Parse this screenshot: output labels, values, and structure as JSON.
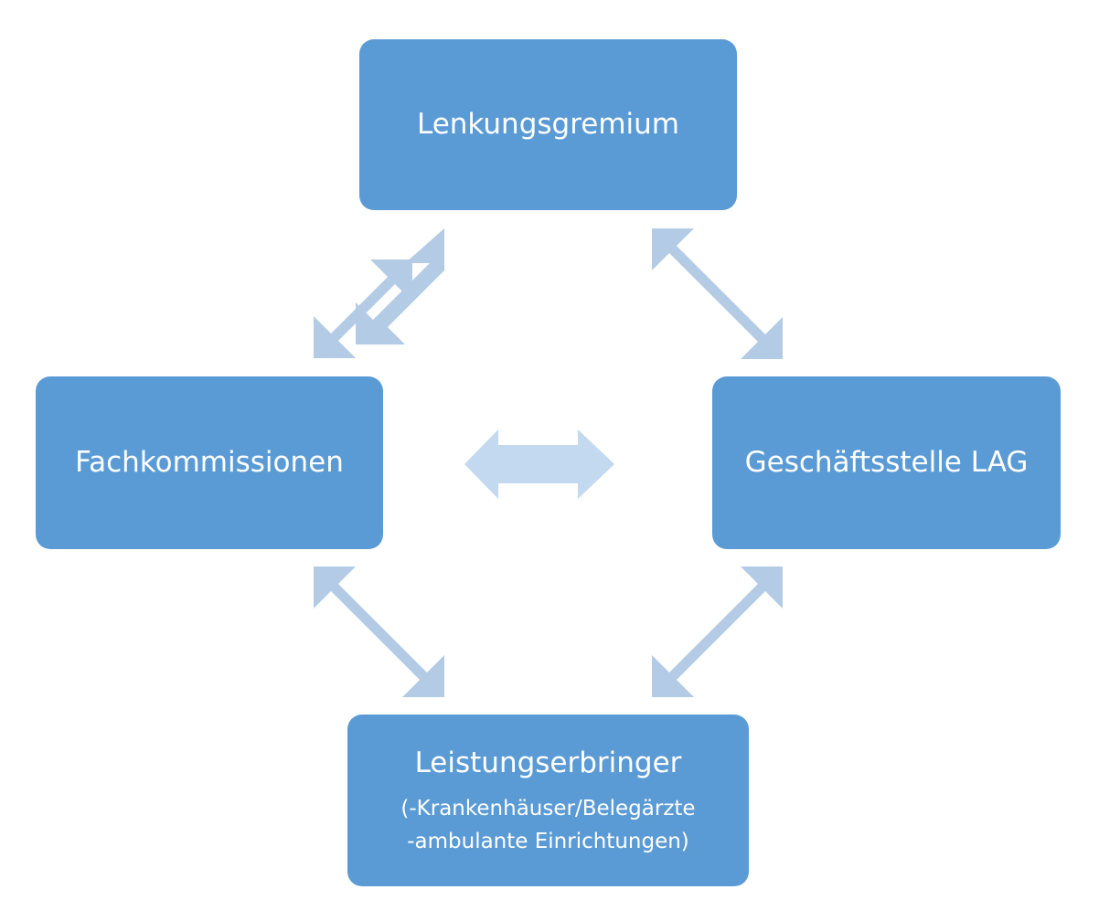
{
  "nodes": {
    "top": {
      "title": "Lenkungsgremium"
    },
    "left": {
      "title": "Fachkommissionen"
    },
    "right": {
      "title": "Geschäftsstelle LAG"
    },
    "bottom": {
      "title": "Leistungserbringer",
      "line1": "(-Krankenhäuser/Belegärzte",
      "line2": "-ambulante Einrichtungen)"
    }
  },
  "colors": {
    "node_fill": "#5b9bd5",
    "node_text": "#ffffff",
    "arrow_diagonal": "#b4cbe6",
    "arrow_center": "#c2d9ef"
  }
}
